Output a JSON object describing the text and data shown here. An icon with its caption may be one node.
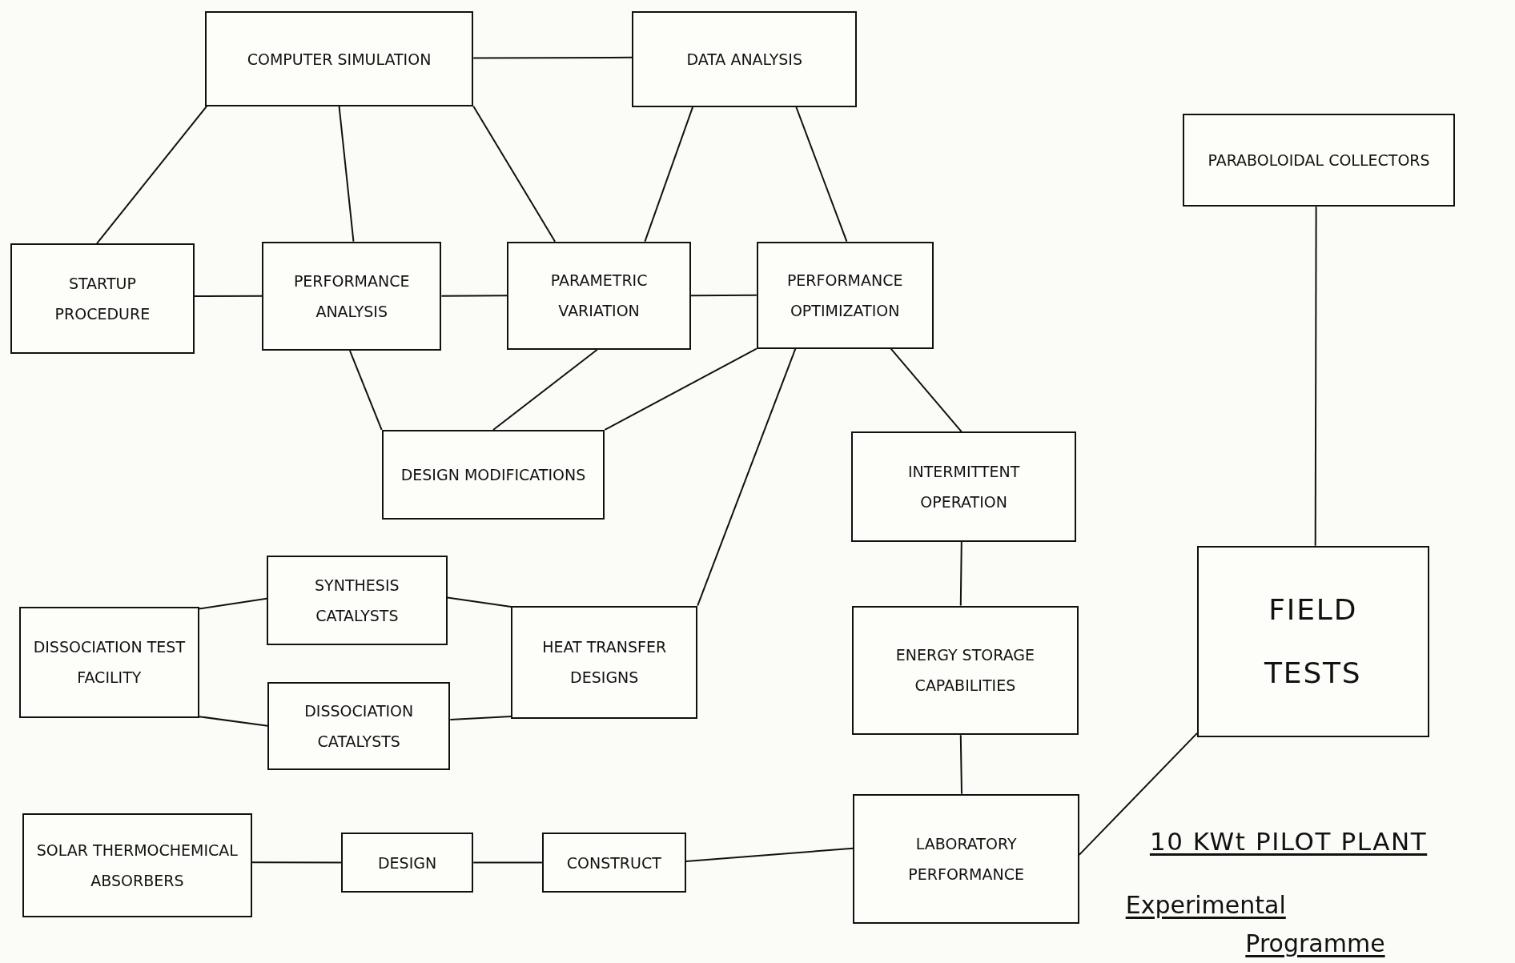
{
  "diagram": {
    "nodes": [
      {
        "text": [
          "COMPUTER SIMULATION"
        ]
      },
      {
        "text": [
          "DATA ANALYSIS"
        ]
      },
      {
        "text": [
          "PARABOLOIDAL COLLECTORS"
        ]
      },
      {
        "text": [
          "STARTUP PROCEDURE"
        ]
      },
      {
        "text": [
          "PERFORMANCE ANALYSIS"
        ]
      },
      {
        "text": [
          "PARAMETRIC VARIATION"
        ]
      },
      {
        "text": [
          "PERFORMANCE OPTIMIZATION"
        ]
      },
      {
        "text": [
          "DESIGN MODIFICATIONS"
        ]
      },
      {
        "text": [
          "INTERMITTENT OPERATION"
        ]
      },
      {
        "text": [
          "SYNTHESIS CATALYSTS"
        ]
      },
      {
        "text": [
          "DISSOCIATION TEST FACILITY"
        ]
      },
      {
        "text": [
          "HEAT TRANSFER DESIGNS"
        ]
      },
      {
        "text": [
          "FIELD TESTS"
        ]
      },
      {
        "text": [
          "DISSOCIATION CATALYSTS"
        ]
      },
      {
        "text": [
          "ENERGY STORAGE CAPABILITIES"
        ]
      },
      {
        "text": [
          "SOLAR THERMOCHEMICAL ABSORBERS"
        ]
      },
      {
        "text": [
          "DESIGN"
        ]
      },
      {
        "text": [
          "CONSTRUCT"
        ]
      },
      {
        "text": [
          "LABORATORY PERFORMANCE"
        ]
      }
    ],
    "edges": [
      {
        "from": 0,
        "to": 1,
        "arrow": "none"
      },
      {
        "from": 0,
        "to": 3,
        "arrow": "none"
      },
      {
        "from": 0,
        "to": 4,
        "arrow": "none"
      },
      {
        "from": 0,
        "to": 5,
        "arrow": "none"
      },
      {
        "from": 1,
        "to": 5,
        "arrow": "none"
      },
      {
        "from": 1,
        "to": 6,
        "arrow": "none"
      },
      {
        "from": 3,
        "to": 4,
        "arrow": "none"
      },
      {
        "from": 4,
        "to": 5,
        "arrow": "none"
      },
      {
        "from": 5,
        "to": 6,
        "arrow": "none"
      },
      {
        "from": 4,
        "to": 7,
        "arrow": "none"
      },
      {
        "from": 5,
        "to": 7,
        "arrow": "none"
      },
      {
        "from": 6,
        "to": 7,
        "arrow": "none"
      },
      {
        "from": 6,
        "to": 11,
        "arrow": "none"
      },
      {
        "from": 6,
        "to": 8,
        "arrow": "none"
      },
      {
        "from": 8,
        "to": 14,
        "arrow": "none"
      },
      {
        "from": 14,
        "to": 18,
        "arrow": "none"
      },
      {
        "from": 2,
        "to": 12,
        "arrow": "none"
      },
      {
        "from": 12,
        "to": 18,
        "arrow": "none"
      },
      {
        "from": 10,
        "to": 9,
        "arrow": "none"
      },
      {
        "from": 10,
        "to": 13,
        "arrow": "none"
      },
      {
        "from": 9,
        "to": 11,
        "arrow": "none"
      },
      {
        "from": 13,
        "to": 11,
        "arrow": "none"
      },
      {
        "from": 15,
        "to": 16,
        "arrow": "none"
      },
      {
        "from": 16,
        "to": 17,
        "arrow": "none"
      },
      {
        "from": 17,
        "to": 18,
        "arrow": "none"
      }
    ],
    "labels": [
      "10 KWt PILOT PLANT",
      "Experimental",
      "Programme"
    ]
  }
}
